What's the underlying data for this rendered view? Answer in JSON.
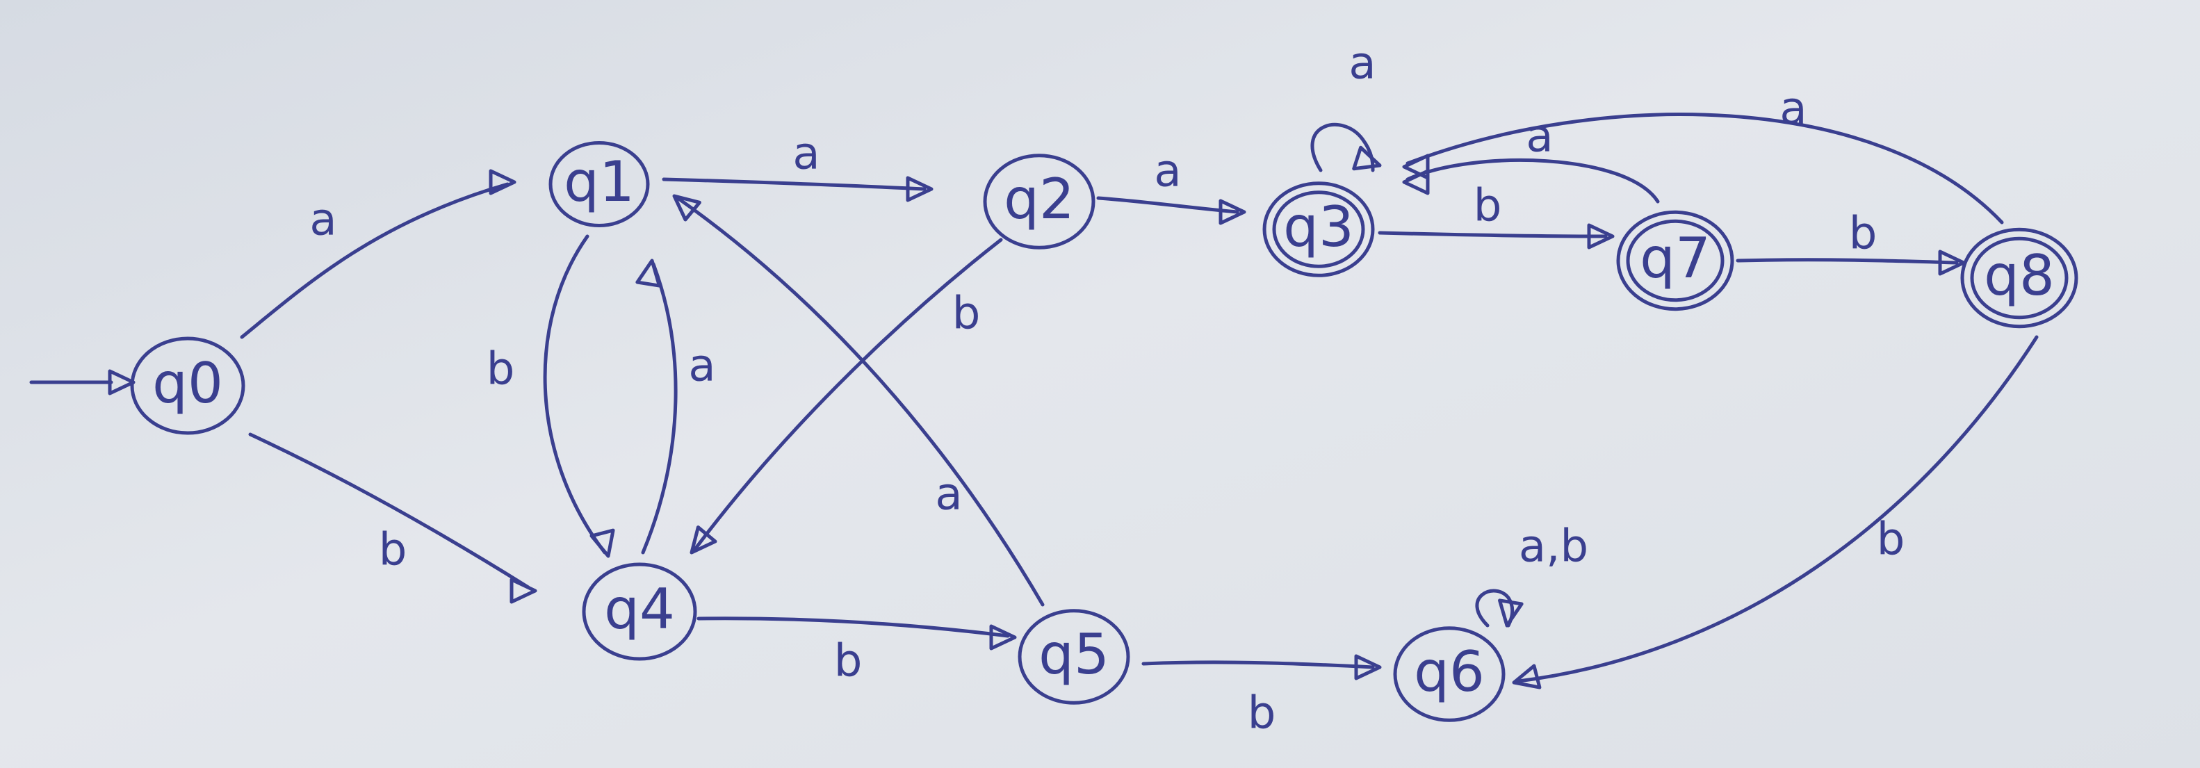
{
  "diagram": {
    "states": [
      {
        "id": "q0",
        "label": "q0",
        "start": true,
        "accepting": false
      },
      {
        "id": "q1",
        "label": "q1",
        "start": false,
        "accepting": false
      },
      {
        "id": "q2",
        "label": "q2",
        "start": false,
        "accepting": false
      },
      {
        "id": "q3",
        "label": "q3",
        "start": false,
        "accepting": true
      },
      {
        "id": "q4",
        "label": "q4",
        "start": false,
        "accepting": false
      },
      {
        "id": "q5",
        "label": "q5",
        "start": false,
        "accepting": false
      },
      {
        "id": "q6",
        "label": "q6",
        "start": false,
        "accepting": false
      },
      {
        "id": "q7",
        "label": "q7",
        "start": false,
        "accepting": true
      },
      {
        "id": "q8",
        "label": "q8",
        "start": false,
        "accepting": true
      }
    ],
    "transitions": [
      {
        "from": "q0",
        "to": "q1",
        "label": "a"
      },
      {
        "from": "q0",
        "to": "q4",
        "label": "b"
      },
      {
        "from": "q1",
        "to": "q2",
        "label": "a"
      },
      {
        "from": "q1",
        "to": "q4",
        "label": "b"
      },
      {
        "from": "q4",
        "to": "q1",
        "label": "a"
      },
      {
        "from": "q2",
        "to": "q3",
        "label": "a"
      },
      {
        "from": "q2",
        "to": "q4",
        "label": "b"
      },
      {
        "from": "q4",
        "to": "q5",
        "label": "b"
      },
      {
        "from": "q5",
        "to": "q1",
        "label": "a"
      },
      {
        "from": "q5",
        "to": "q6",
        "label": "b"
      },
      {
        "from": "q3",
        "to": "q3",
        "label": "a"
      },
      {
        "from": "q3",
        "to": "q7",
        "label": "b"
      },
      {
        "from": "q7",
        "to": "q3",
        "label": "a"
      },
      {
        "from": "q7",
        "to": "q8",
        "label": "b"
      },
      {
        "from": "q8",
        "to": "q3",
        "label": "a"
      },
      {
        "from": "q8",
        "to": "q6",
        "label": "b"
      },
      {
        "from": "q6",
        "to": "q6",
        "label": "a,b"
      }
    ],
    "colors": {
      "ink": "#3a3f8f",
      "paper": "#e0e3e8"
    }
  }
}
